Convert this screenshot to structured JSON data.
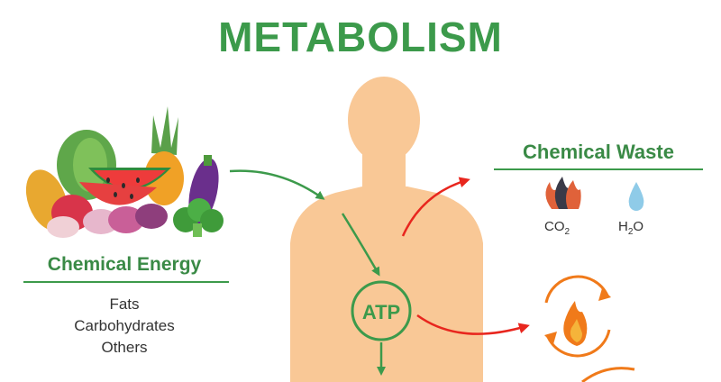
{
  "title": "METABOLISM",
  "chemical_energy": {
    "label": "Chemical Energy",
    "items": [
      "Fats",
      "Carbohydrates",
      "Others"
    ]
  },
  "chemical_waste": {
    "label": "Chemical Waste",
    "products": [
      {
        "base": "CO",
        "subscript": "2"
      },
      {
        "base": "H",
        "subscript": "2",
        "suffix": "O"
      }
    ]
  },
  "atp_label": "ATP",
  "colors": {
    "accent_green": "#3c9a4b",
    "body": "#f9c896",
    "arrow_red": "#e8261e",
    "flame_orange": "#f07a1a",
    "water_blue": "#8fcbe8"
  }
}
